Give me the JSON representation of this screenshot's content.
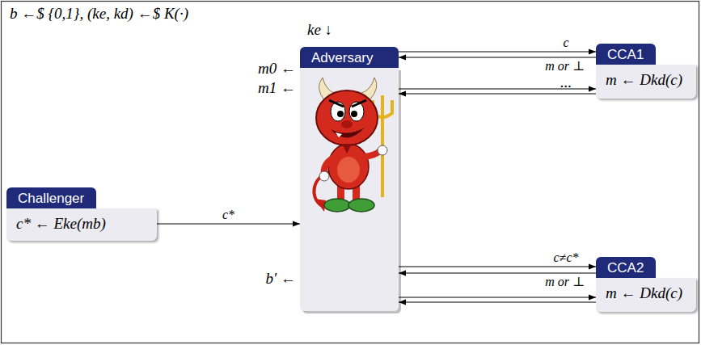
{
  "diagram": {
    "nodes": [
      {
        "text": [
          "Challenger",
          "c* ← Eke(mb)"
        ]
      },
      {
        "text": [
          "Adversary"
        ]
      },
      {
        "text": [
          "CCA1",
          "m ← Dkd(c)"
        ]
      },
      {
        "text": [
          "CCA2",
          "m ← Dkd(c)"
        ]
      }
    ],
    "edges": [
      {
        "from": 0,
        "to": 1,
        "arrow": "to",
        "label": "c*"
      },
      {
        "from": 1,
        "to": 2,
        "arrow": "to",
        "label": "c"
      },
      {
        "from": 2,
        "to": 1,
        "arrow": "to",
        "label": "m or ⊥"
      },
      {
        "from": 1,
        "to": 2,
        "arrow": "to"
      },
      {
        "from": 2,
        "to": 1,
        "arrow": "to"
      },
      {
        "from": 1,
        "to": 3,
        "arrow": "to",
        "label": "c≠c*"
      },
      {
        "from": 3,
        "to": 1,
        "arrow": "to",
        "label": "m or ⊥"
      },
      {
        "from": 1,
        "to": 3,
        "arrow": "to"
      },
      {
        "from": 3,
        "to": 1,
        "arrow": "to"
      }
    ],
    "labels": [
      "b ←$ {0,1}, (ke, kd) ←$ K(·)",
      "ke ↓",
      "m0 ←",
      "m1 ←",
      "b′ ←",
      "..."
    ]
  }
}
